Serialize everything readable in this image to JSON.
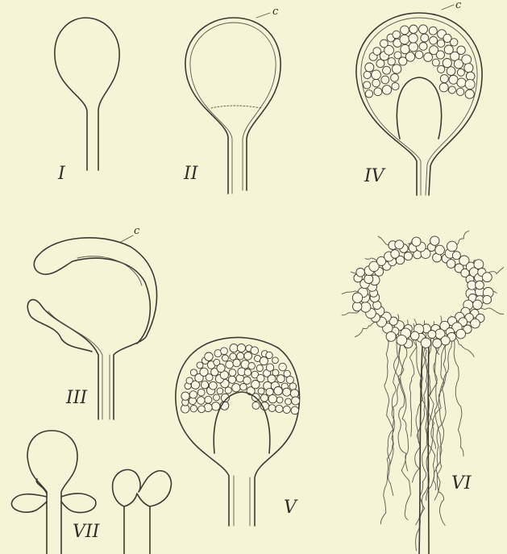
{
  "figure_labels": {
    "I": "I",
    "II": "II",
    "III": "III",
    "IV": "IV",
    "V": "V",
    "VI": "VI",
    "VII": "VII"
  },
  "annotation_c": "c",
  "colors": {
    "paper": "#f7f3d6",
    "ink": "#3b3a33"
  }
}
